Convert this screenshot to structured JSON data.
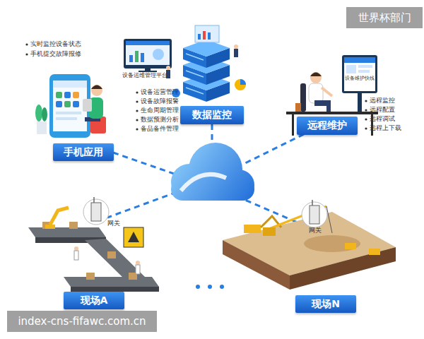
{
  "diagram": {
    "nodes": [
      {
        "text": [
          "数据监控"
        ]
      },
      {
        "text": [
          "远程维护"
        ]
      },
      {
        "text": [
          "手机应用"
        ]
      },
      {
        "text": [
          "现场A"
        ]
      },
      {
        "text": [
          "现场N"
        ]
      }
    ],
    "labels": [
      "世界杯部门",
      "实时监控设备状态",
      "手机提交故障报修",
      "设备运维管理平台",
      "设备运营管理",
      "设备故障报警",
      "生命周期管理",
      "数据预测分析",
      "备品备件管理",
      "设备维护快线",
      "远程监控",
      "远程配置",
      "远程调试",
      "远程上下载",
      "网关",
      "网关",
      "index-cns-fifawc.com.cn"
    ]
  }
}
